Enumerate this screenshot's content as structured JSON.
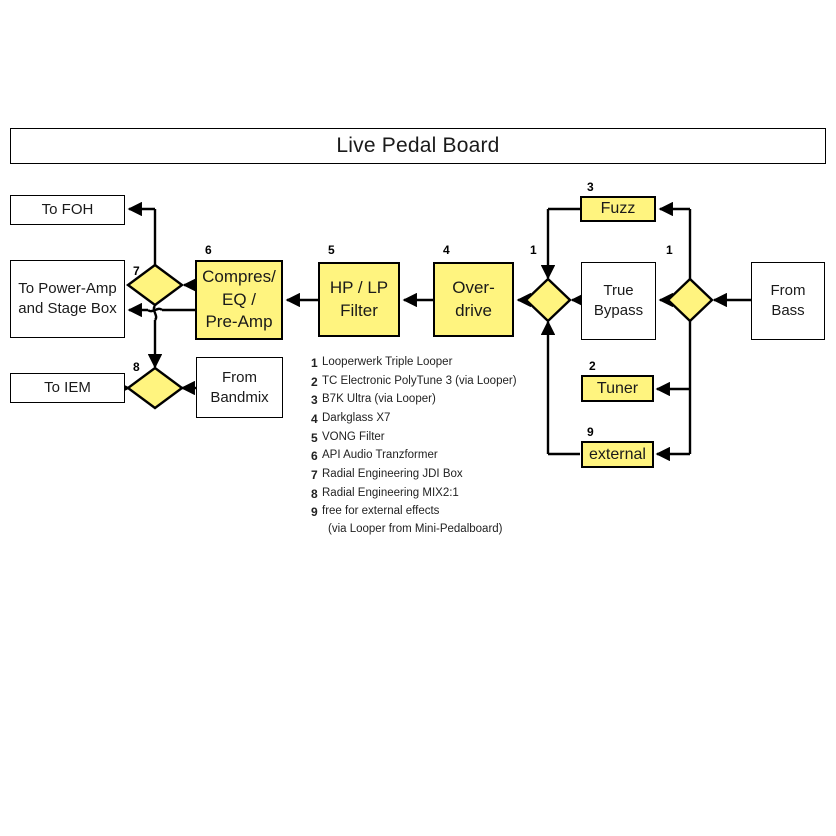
{
  "diagram": {
    "title": "Live Pedal Board",
    "accent_color": "#fff47f",
    "line_color": "#000000",
    "background": "#ffffff"
  },
  "nodes": {
    "to_foh": {
      "label": "To FOH",
      "type": "terminal"
    },
    "to_power_amp": {
      "line1": "To Power-Amp",
      "line2": "and Stage Box",
      "type": "terminal"
    },
    "to_iem": {
      "label": "To IEM",
      "type": "terminal"
    },
    "from_bandmix": {
      "line1": "From",
      "line2": "Bandmix",
      "type": "terminal"
    },
    "from_bass": {
      "line1": "From",
      "line2": "Bass",
      "type": "terminal"
    },
    "true_bypass": {
      "line1": "True",
      "line2": "Bypass",
      "type": "process"
    },
    "compres_eq_preamp": {
      "line1": "Compres/",
      "line2": "EQ /",
      "line3": "Pre-Amp",
      "type": "pedal",
      "tag": "6"
    },
    "hp_lp_filter": {
      "line1": "HP / LP",
      "line2": "Filter",
      "type": "pedal",
      "tag": "5"
    },
    "overdrive": {
      "line1": "Over-",
      "line2": "drive",
      "type": "pedal",
      "tag": "4"
    },
    "fuzz": {
      "label": "Fuzz",
      "type": "pedal",
      "tag": "3"
    },
    "tuner": {
      "label": "Tuner",
      "type": "pedal",
      "tag": "2"
    },
    "external": {
      "label": "external",
      "type": "pedal",
      "tag": "9"
    }
  },
  "tags": {
    "looper_left": "1",
    "looper_right": "1",
    "fuzz": "3",
    "tuner": "2",
    "external": "9",
    "overdrive": "4",
    "filter": "5",
    "preamp": "6",
    "jdi": "7",
    "mix": "8"
  },
  "legend": {
    "items": [
      {
        "num": "1",
        "text": "Looperwerk Triple Looper"
      },
      {
        "num": "2",
        "text": "TC Electronic PolyTune 3 (via Looper)"
      },
      {
        "num": "3",
        "text": "B7K Ultra (via Looper)"
      },
      {
        "num": "4",
        "text": "Darkglass X7"
      },
      {
        "num": "5",
        "text": "VONG Filter"
      },
      {
        "num": "6",
        "text": "API Audio Tranzformer"
      },
      {
        "num": "7",
        "text": "Radial Engineering JDI Box"
      },
      {
        "num": "8",
        "text": "Radial Engineering MIX2:1"
      },
      {
        "num": "9",
        "text": "free for external effects"
      }
    ],
    "continuation": "(via Looper from Mini-Pedalboard)"
  }
}
